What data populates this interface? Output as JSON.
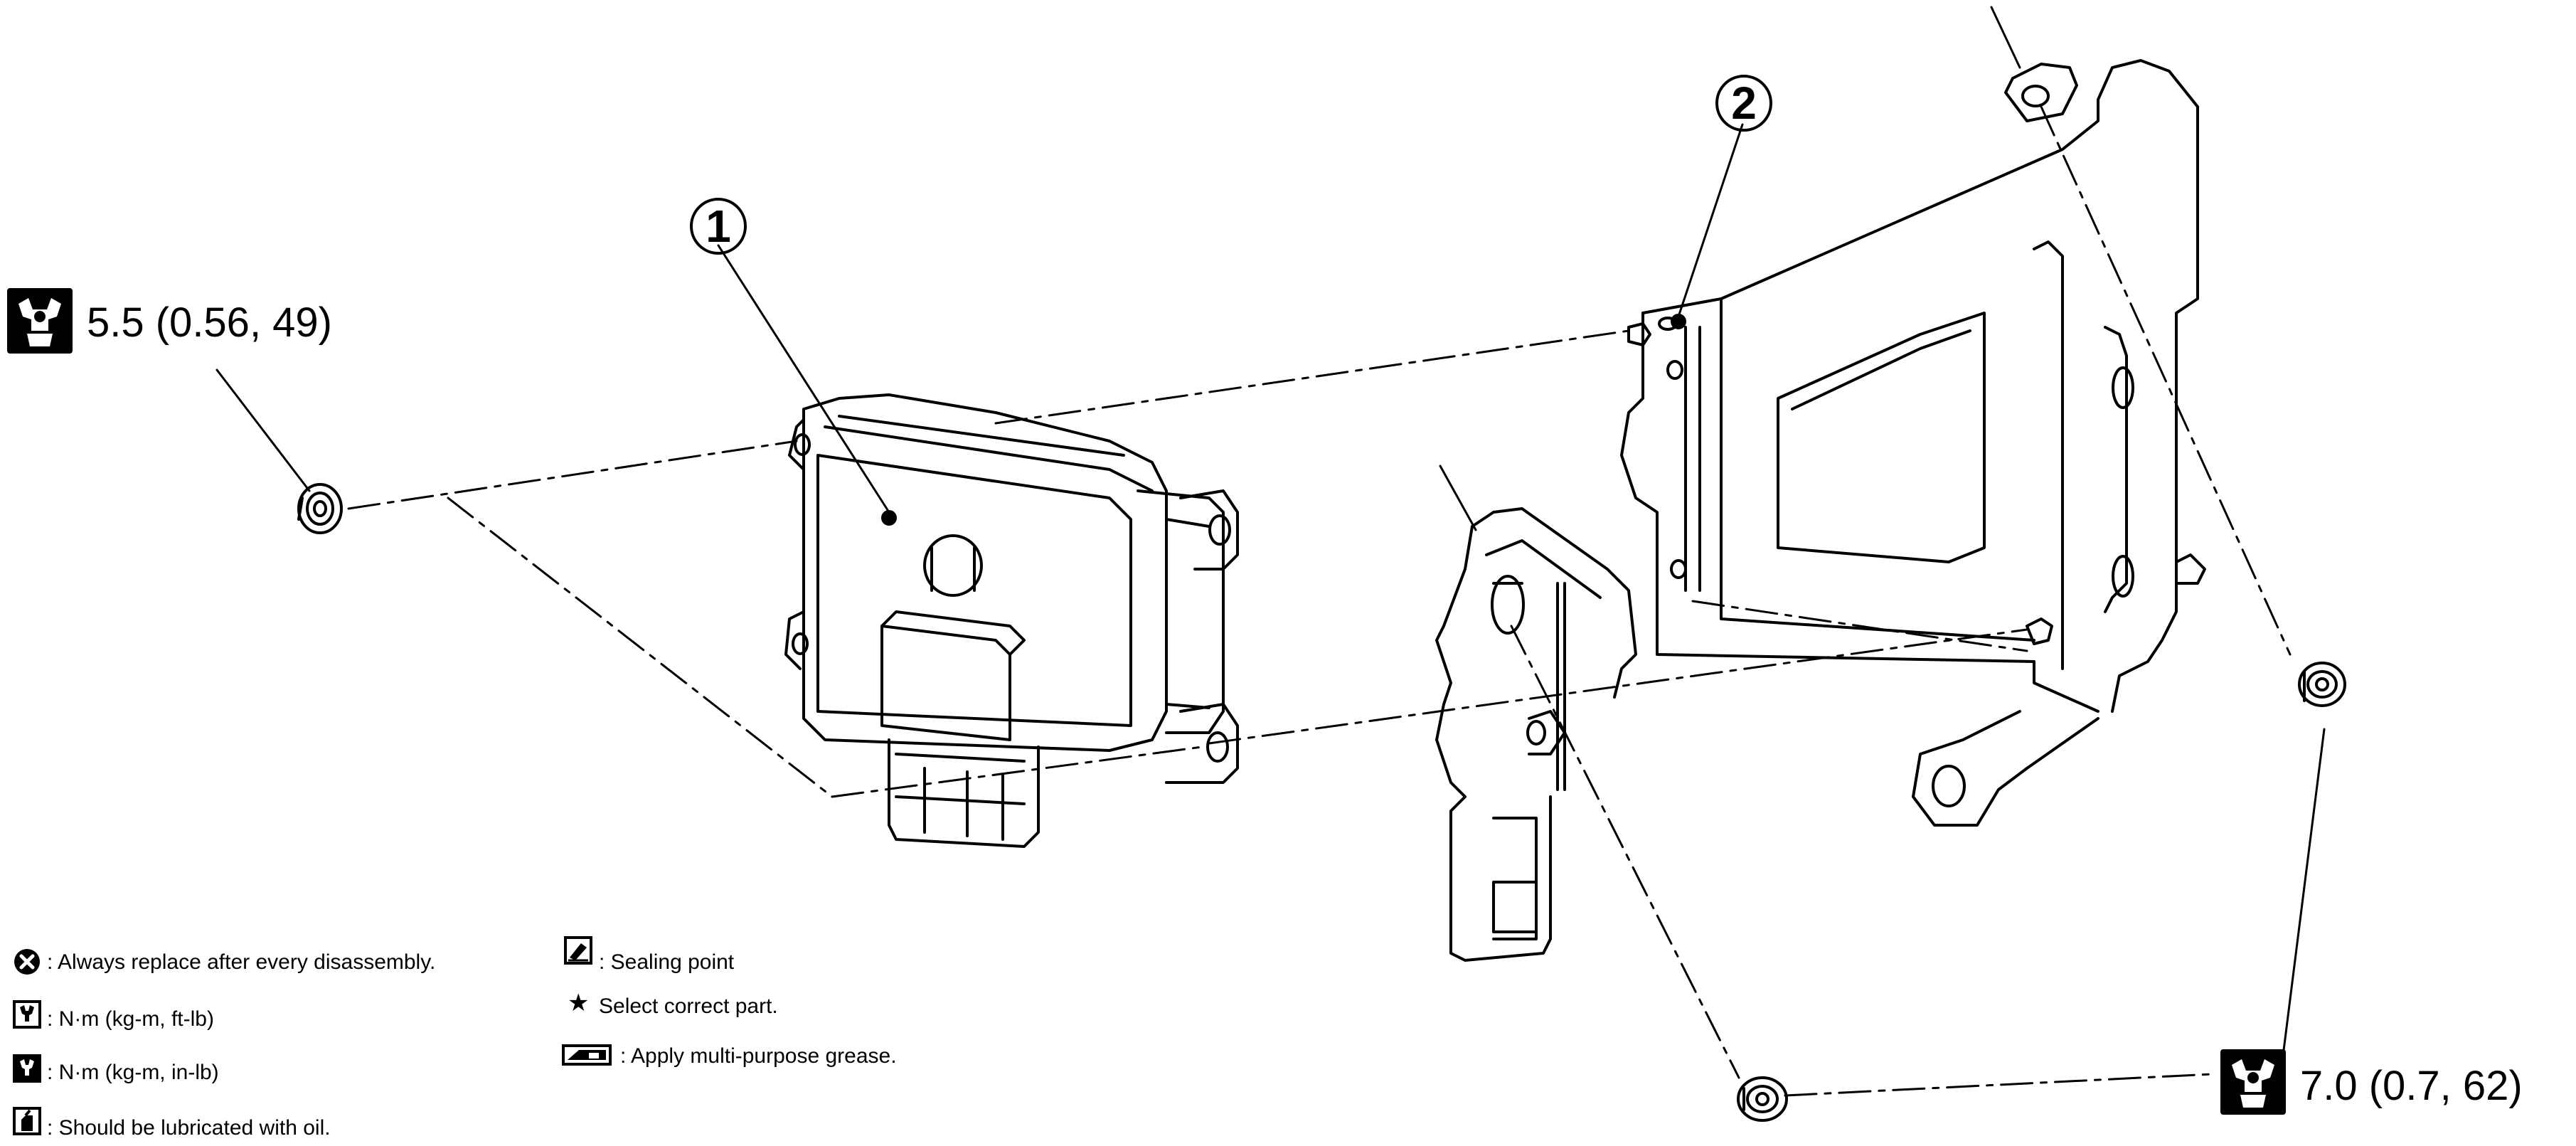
{
  "callouts": {
    "part1": "1",
    "part2": "2"
  },
  "torque": {
    "left": "5.5 (0.56, 49)",
    "right": "7.0 (0.7, 62)"
  },
  "legend": {
    "always_replace": ": Always replace after every disassembly.",
    "nm_ft_lb": ": N·m (kg-m, ft-lb)",
    "nm_in_lb": ": N·m (kg-m, in-lb)",
    "lubricate_oil": ": Should be lubricated with oil.",
    "sealing_point": ": Sealing point",
    "select_part": "Select correct part.",
    "mp_grease": ": Apply multi-purpose grease."
  },
  "icons": {
    "always_replace": "x-circle-icon",
    "nm_ft_lb": "torque-wrench-outline-icon",
    "nm_in_lb": "torque-wrench-filled-icon",
    "lubricate_oil": "oil-can-icon",
    "sealing_point": "sealant-icon",
    "select_part": "star-icon",
    "mp_grease": "grease-icon"
  }
}
